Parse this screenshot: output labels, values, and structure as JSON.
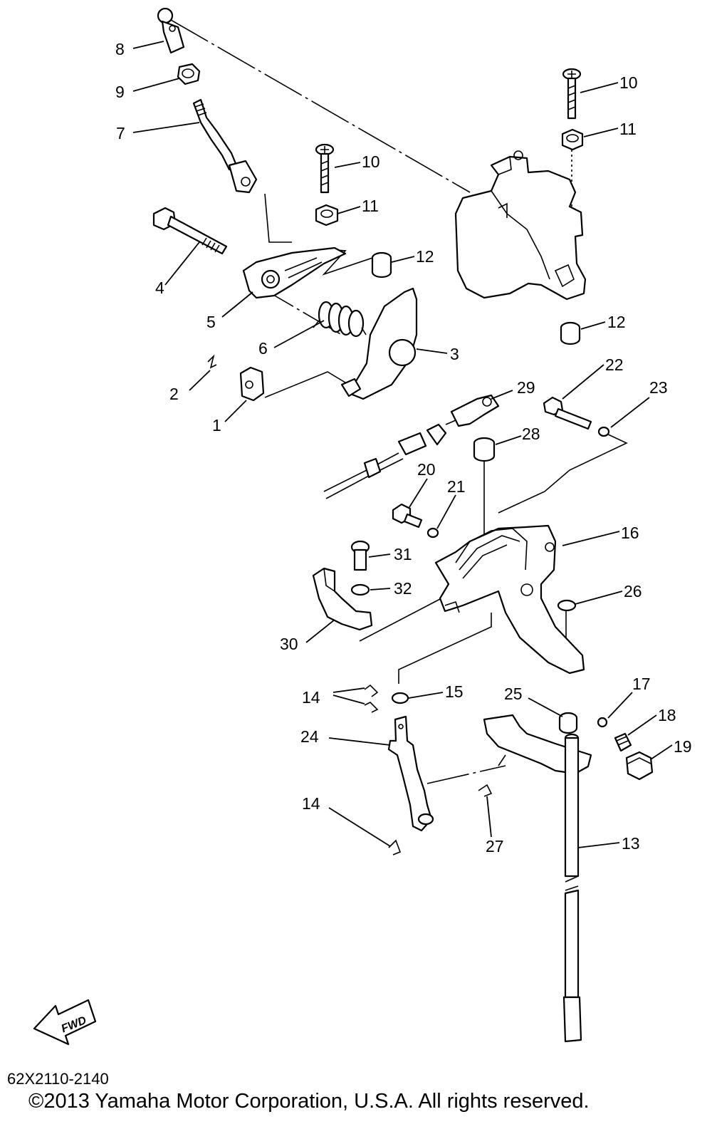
{
  "callouts": [
    "1",
    "2",
    "3",
    "4",
    "5",
    "6",
    "7",
    "8",
    "9",
    "10",
    "10",
    "11",
    "11",
    "12",
    "12",
    "13",
    "14",
    "14",
    "15",
    "16",
    "17",
    "18",
    "19",
    "20",
    "21",
    "22",
    "23",
    "24",
    "25",
    "26",
    "27",
    "28",
    "29",
    "30",
    "31",
    "32"
  ],
  "fwd_label": "FWD",
  "doc_code": "62X2110-2140",
  "copyright": "©2013 Yamaha Motor Corporation, U.S.A. All rights reserved."
}
